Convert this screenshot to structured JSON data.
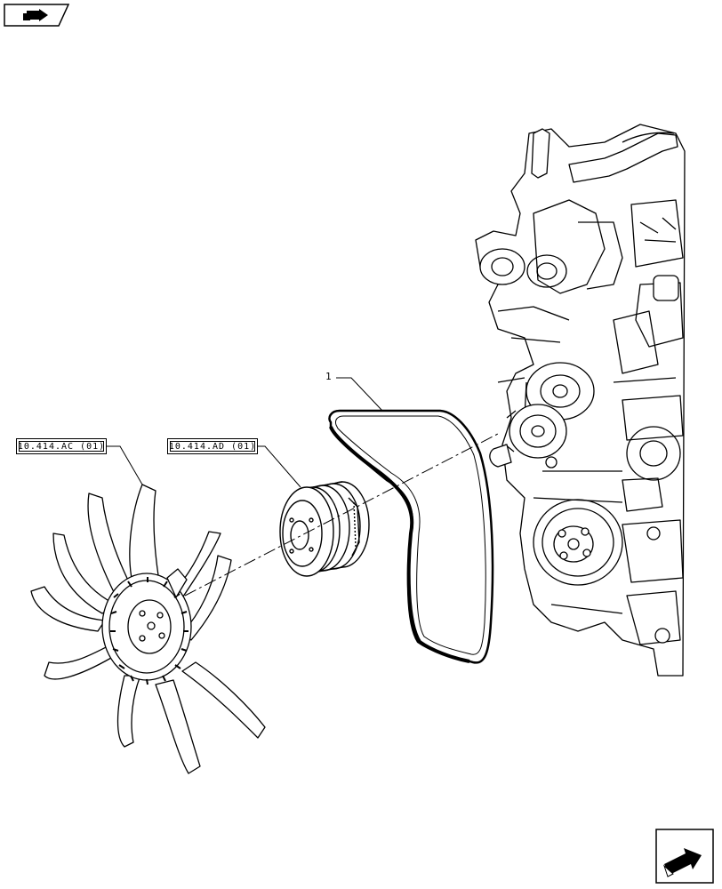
{
  "references": [
    {
      "text": "10.414.AC (01)"
    },
    {
      "text": "10.414.AD (01)"
    }
  ],
  "callouts": [
    {
      "number": "1"
    }
  ],
  "icons": {
    "top_nav": "book-back-arrow-icon",
    "bottom_nav": "next-page-arrow-icon"
  }
}
